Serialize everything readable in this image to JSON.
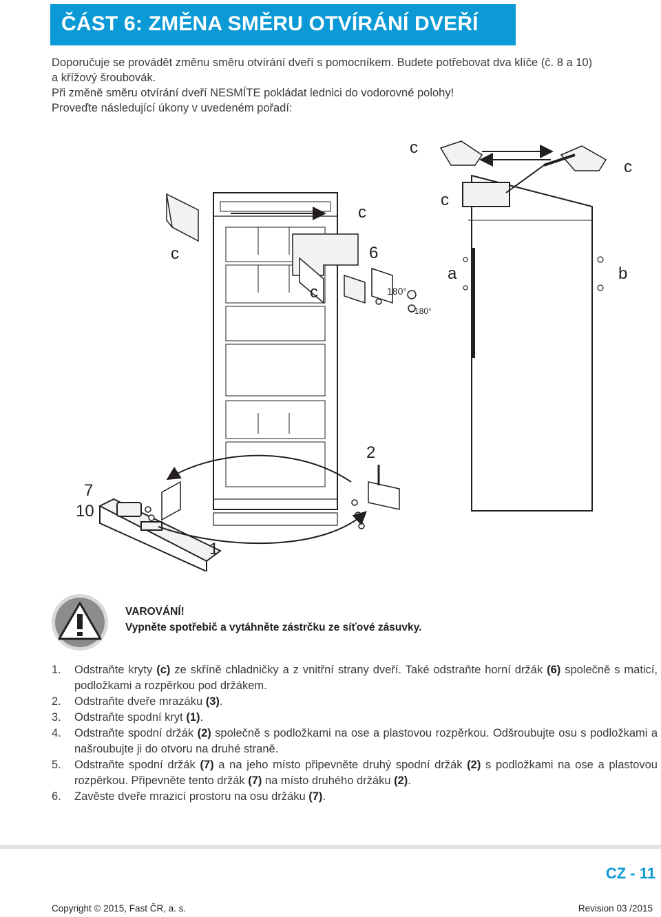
{
  "header": {
    "title": "ČÁST 6: ZMĚNA SMĚRU OTVÍRÁNÍ DVEŘÍ",
    "accent_color": "#0b9ad6"
  },
  "intro": {
    "line1": "Doporučuje se provádět změnu směru otvírání dveří s pomocníkem. Budete potřebovat dva klíče (č. 8 a 10)",
    "line2": "a křížový šroubovák.",
    "line3": "Při změně směru otvírání dveří NESMÍTE pokládat lednici do vodorovné polohy!",
    "line4": "Proveďte následující úkony v uvedeném pořadí:"
  },
  "diagram": {
    "labels": {
      "c": "c",
      "a": "a",
      "b": "b",
      "n1": "1",
      "n2": "2",
      "n6": "6",
      "n7": "7",
      "n10": "10",
      "deg180": "180°"
    }
  },
  "warning": {
    "icon": "exclamation-circle-icon",
    "title": "VAROVÁNÍ!",
    "text": "Vypněte spotřebič a vytáhněte zástrčku ze síťové zásuvky."
  },
  "steps": [
    {
      "num": "1.",
      "t1": "Odstraňte kryty ",
      "b1": "(c)",
      "t2": " ze skříně chladničky a z vnitřní strany dveří. Také odstraňte horní držák ",
      "b2": "(6)",
      "t3": " společně s maticí, podložkami a rozpěrkou pod držákem."
    },
    {
      "num": "2.",
      "t1": "Odstraňte dveře mrazáku ",
      "b1": "(3)",
      "t2": "."
    },
    {
      "num": "3.",
      "t1": "Odstraňte spodní kryt ",
      "b1": "(1)",
      "t2": "."
    },
    {
      "num": "4.",
      "t1": "Odstraňte spodní držák ",
      "b1": "(2)",
      "t2": " společně s podložkami na ose a plastovou rozpěrkou. Odšroubujte osu s podložkami a našroubujte ji do otvoru na druhé straně."
    },
    {
      "num": "5.",
      "t1": "Odstraňte spodní držák ",
      "b1": "(7)",
      "t2": " a na jeho místo připevněte druhý spodní držák ",
      "b2": "(2)",
      "t3": " s podložkami na ose a plastovou rozpěrkou. Připevněte tento držák ",
      "b3": "(7)",
      "t4": " na místo druhého držáku ",
      "b4": "(2)",
      "t5": "."
    },
    {
      "num": "6.",
      "t1": "Zavěste dveře mrazicí prostoru na osu držáku ",
      "b1": "(7)",
      "t2": "."
    }
  ],
  "footer": {
    "page_number": "CZ - 11",
    "copyright": "Copyright © 2015, Fast ČR, a. s.",
    "revision": "Revision 03 /2015"
  }
}
